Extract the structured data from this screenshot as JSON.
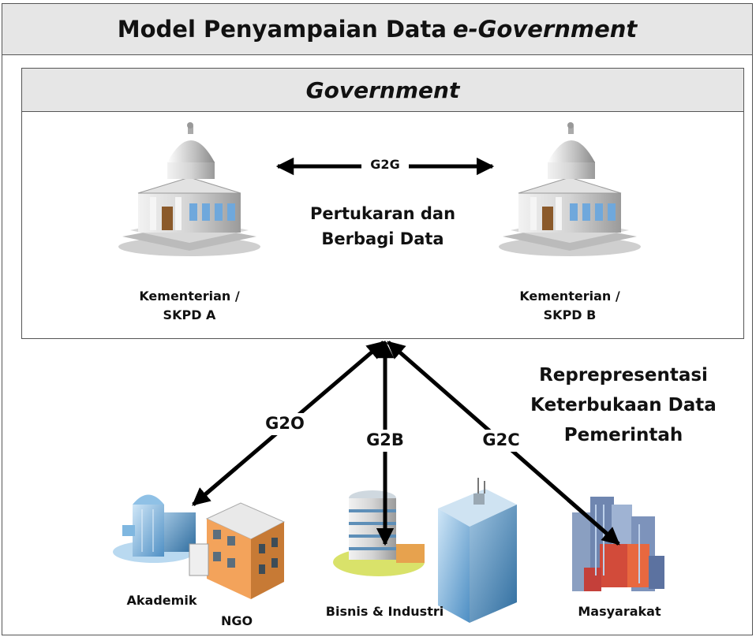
{
  "title": {
    "main": "Model Penyampaian Data",
    "italic": "e-Government"
  },
  "government": {
    "header": "Government",
    "center_line1": "Pertukaran dan",
    "center_line2": "Berbagi Data",
    "g2g": "G2G",
    "entity_a_line1": "Kementerian /",
    "entity_a_line2": "SKPD A",
    "entity_b_line1": "Kementerian /",
    "entity_b_line2": "SKPD B"
  },
  "links": {
    "g2o": "G2O",
    "g2b": "G2B",
    "g2c": "G2C"
  },
  "representation": {
    "line1": "Reprepresentasi",
    "line2": "Keterbukaan Data",
    "line3": "Pemerintah"
  },
  "stakeholders": {
    "akademik": "Akademik",
    "ngo": "NGO",
    "bisnis": "Bisnis & Industri",
    "masyarakat": "Masyarakat"
  }
}
